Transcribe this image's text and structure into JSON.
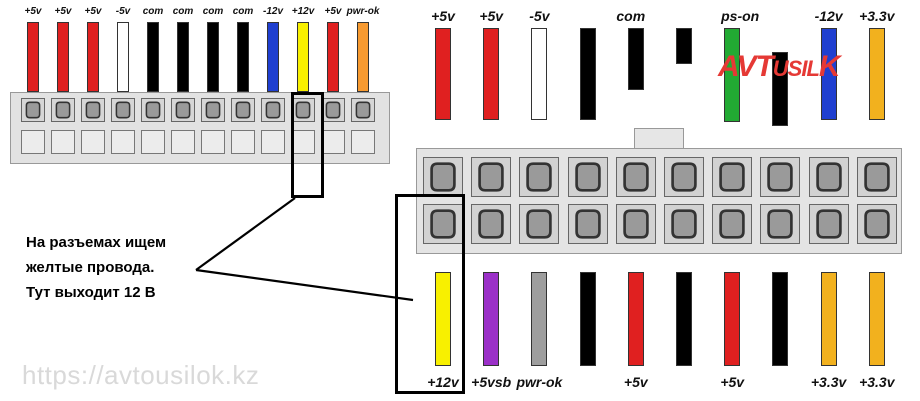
{
  "left_connector": {
    "labels": [
      "+5v",
      "+5v",
      "+5v",
      "-5v",
      "com",
      "com",
      "com",
      "com",
      "-12v",
      "+12v",
      "+5v",
      "pwr-ok"
    ],
    "colors": [
      "#e02020",
      "#e02020",
      "#e02020",
      "#ffffff",
      "#000000",
      "#000000",
      "#000000",
      "#000000",
      "#1f3fd0",
      "#f8f000",
      "#e02020",
      "#f79a30"
    ]
  },
  "right_connector": {
    "top_labels": [
      "+5v",
      "+5v",
      "-5v",
      "com",
      "ps-on",
      "-12v",
      "+3.3v"
    ],
    "top_colors": [
      "#e02020",
      "#e02020",
      "#ffffff",
      "#000000",
      "#000000",
      "#000000",
      "#22aa33",
      "#000000",
      "#1f3fd0",
      "#f2b11e"
    ],
    "bottom_labels": [
      "+12v",
      "+5vsb",
      "pwr-ok",
      "+5v",
      "+5v",
      "+3.3v",
      "+3.3v"
    ],
    "bottom_colors": [
      "#f8f000",
      "#9b30c8",
      "#9e9e9e",
      "#000000",
      "#e02020",
      "#000000",
      "#e02020",
      "#000000",
      "#f2b11e",
      "#f2b11e"
    ]
  },
  "note": "На разъемах ищем\nжелтые провода.\nТут выходит 12 В",
  "watermark": "https://avtousilok.kz",
  "logo": {
    "part1": "AVT",
    "part2": "USIL",
    "part3": "K"
  }
}
